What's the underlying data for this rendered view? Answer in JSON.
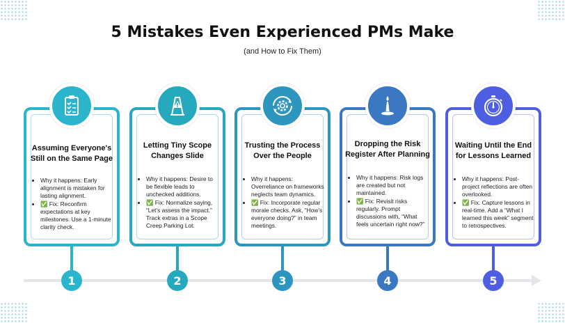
{
  "title": "5 Mistakes Even Experienced PMs Make",
  "subtitle": "(and How to Fix Them)",
  "items": [
    {
      "number": "1",
      "icon": "clipboard-checklist-icon",
      "color": "#2bb5cc",
      "title": "Assuming Everyone's Still on the Same Page",
      "bullets": [
        "Why it happens: Early alignment is mistaken for lasting alignment.",
        "✅ Fix: Reconfirm expectations at key milestones. Use a 1-minute clarity check."
      ]
    },
    {
      "number": "2",
      "icon": "warning-sign-icon",
      "color": "#26a9bd",
      "title": "Letting Tiny Scope Changes Slide",
      "bullets": [
        "Why it happens: Desire to be flexible leads to unchecked additions.",
        "✅ Fix: Normalize saying, “Let’s assess the impact.” Track extras in a Scope Creep Parking Lot."
      ]
    },
    {
      "number": "3",
      "icon": "gear-cycle-icon",
      "color": "#2d96bf",
      "title": "Trusting the Process Over the People",
      "bullets": [
        "Why it happens: Overreliance on frameworks neglects team dynamics.",
        "✅ Fix: Incorporate regular morale checks. Ask, “How’s everyone doing?” in team meetings."
      ]
    },
    {
      "number": "4",
      "icon": "melting-candle-icon",
      "color": "#3a78c2",
      "title": "Dropping the Risk Register After Planning",
      "bullets": [
        "Why it happens: Risk logs are created but not maintained.",
        "✅ Fix: Revisit risks regularly. Prompt discussions with, “What feels uncertain right now?”"
      ]
    },
    {
      "number": "5",
      "icon": "stopwatch-icon",
      "color": "#4d5fe0",
      "title": "Waiting Until the End for Lessons Learned",
      "bullets": [
        "Why it happens: Post-project reflections are often overlooked.",
        "✅ Fix: Capture lessons in real-time. Add a “What I learned this week” segment to retrospectives."
      ]
    }
  ]
}
